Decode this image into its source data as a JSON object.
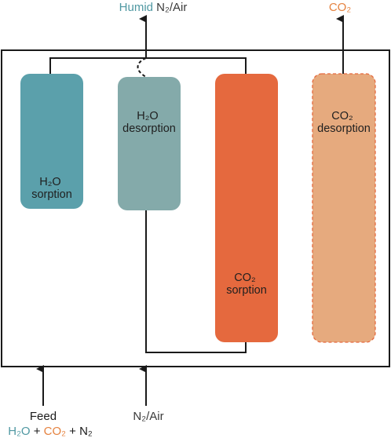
{
  "colors": {
    "h2o_sorption": "#5ba0ab",
    "h2o_desorption": "#84aaaa",
    "co2_sorption": "#e5693e",
    "co2_desorption": "#e6aa7e",
    "teal_text": "#4f98a2",
    "orange_text": "#e5823f",
    "line": "#1a1a1a"
  },
  "top": {
    "left_outlet_prefix": "Humid",
    "left_outlet_suffix": " N₂/Air",
    "right_outlet": "CO₂"
  },
  "columns": {
    "h2o_sorption": {
      "line1": "H₂O",
      "line2": "sorption"
    },
    "h2o_desorption": {
      "line1": "H₂O",
      "line2": "desorption"
    },
    "co2_sorption": {
      "line1": "CO₂",
      "line2": "sorption"
    },
    "co2_desorption": {
      "line1": "CO₂",
      "line2": "desorption"
    }
  },
  "bottom": {
    "feed_label": "Feed",
    "feed_h2o": "H₂O",
    "feed_plus1": " + ",
    "feed_co2": "CO₂",
    "feed_plus2": " + N₂",
    "purge_label": "N₂/Air"
  }
}
